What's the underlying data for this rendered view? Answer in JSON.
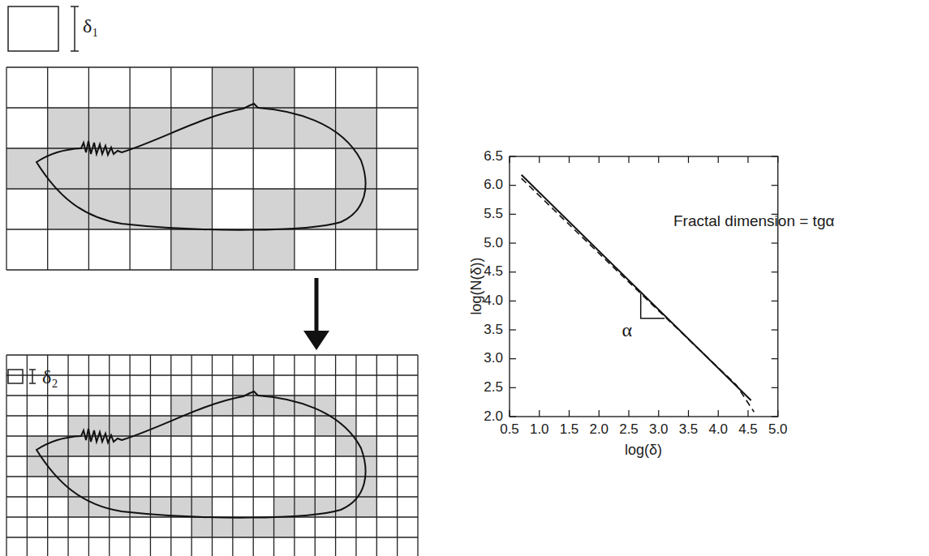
{
  "diagram": {
    "labels": [
      "δ₁",
      "δ₂",
      "6.5",
      "6.0",
      "5.5",
      "5.0",
      "4.5",
      "4.0",
      "3.5",
      "3.0",
      "2.5",
      "2.0",
      "0.5",
      "1.0",
      "1.5",
      "2.0",
      "2.5",
      "3.0",
      "3.5",
      "4.0",
      "4.5",
      "5.0",
      "log(N(δ))",
      "log(δ)",
      "Fractal dimension = tgα",
      "α"
    ]
  }
}
